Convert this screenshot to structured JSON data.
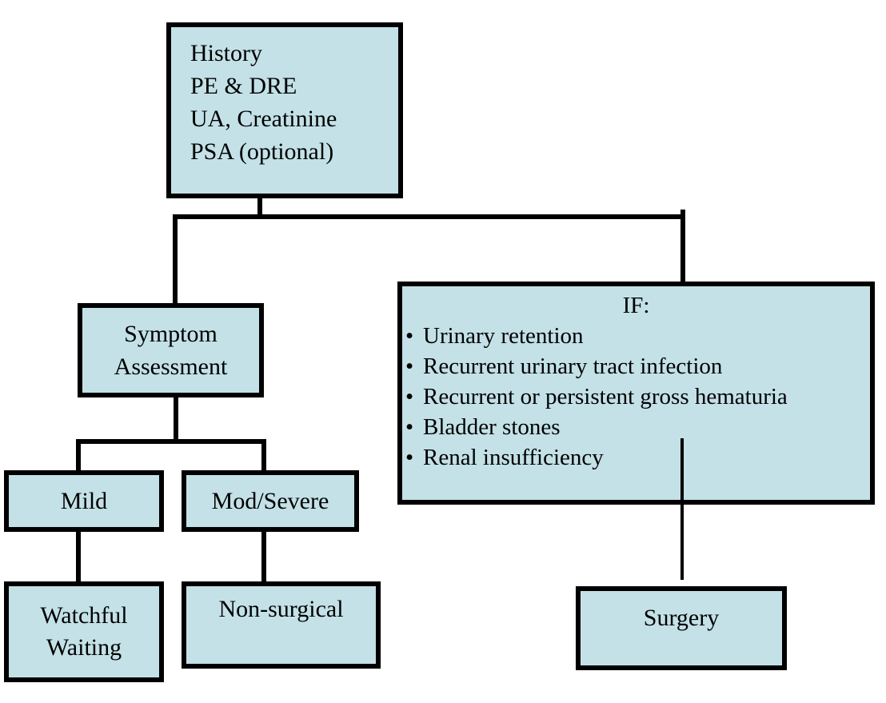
{
  "diagram": {
    "background_color": "#ffffff",
    "node_fill_color": "#c3e1e7",
    "node_border_color": "#000000",
    "connector_color": "#000000",
    "nodes": {
      "initial_evaluation": {
        "lines": [
          "History",
          "PE & DRE",
          "UA, Creatinine",
          "PSA (optional)"
        ]
      },
      "symptom_assessment": {
        "lines": [
          "Symptom",
          "Assessment"
        ]
      },
      "mild": {
        "label": "Mild"
      },
      "mod_severe": {
        "label": "Mod/Severe"
      },
      "watchful_waiting": {
        "lines": [
          "Watchful",
          "Waiting"
        ]
      },
      "non_surgical": {
        "label": "Non-surgical"
      },
      "if_indications": {
        "title": "IF:",
        "bullet_char": "•",
        "bullets": [
          "Urinary retention",
          "Recurrent urinary tract infection",
          "Recurrent or persistent gross hematuria",
          "Bladder stones",
          "Renal insufficiency"
        ]
      },
      "surgery": {
        "label": "Surgery"
      }
    }
  }
}
